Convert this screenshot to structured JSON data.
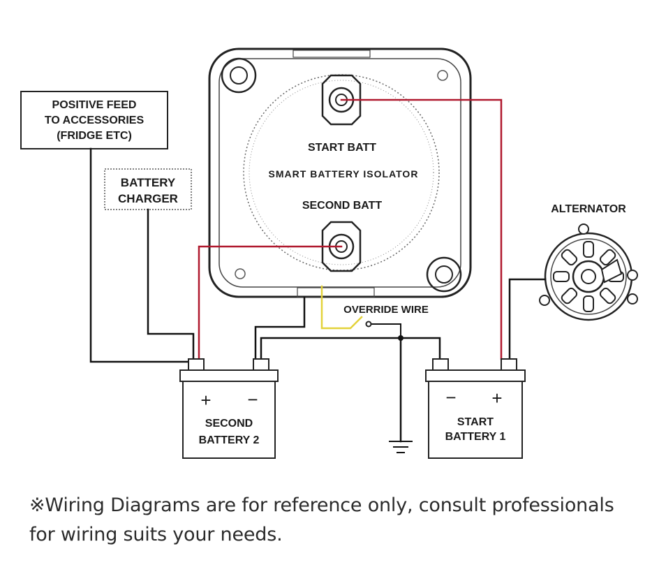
{
  "labels": {
    "positive_feed": [
      "POSITIVE FEED",
      "TO ACCESSORIES",
      "(FRIDGE ETC)"
    ],
    "battery_charger": [
      "BATTERY",
      "CHARGER"
    ],
    "start_batt": "START BATT",
    "smart_isolator": "SMART BATTERY ISOLATOR",
    "second_batt": "SECOND BATT",
    "alternator": "ALTERNATOR",
    "override_wire": "OVERRIDE WIRE",
    "second_battery": [
      "SECOND",
      "BATTERY 2"
    ],
    "start_battery": [
      "START",
      "BATTERY 1"
    ],
    "plus": "+",
    "minus": "−"
  },
  "note": {
    "line1": "※Wiring Diagrams are for reference only, consult professionals",
    "line2": "for wiring suits your needs."
  },
  "colors": {
    "positive_wire": "#b0192e",
    "override_wire": "#e3d23a",
    "ground_wire": "#111111",
    "outline": "#222222"
  }
}
